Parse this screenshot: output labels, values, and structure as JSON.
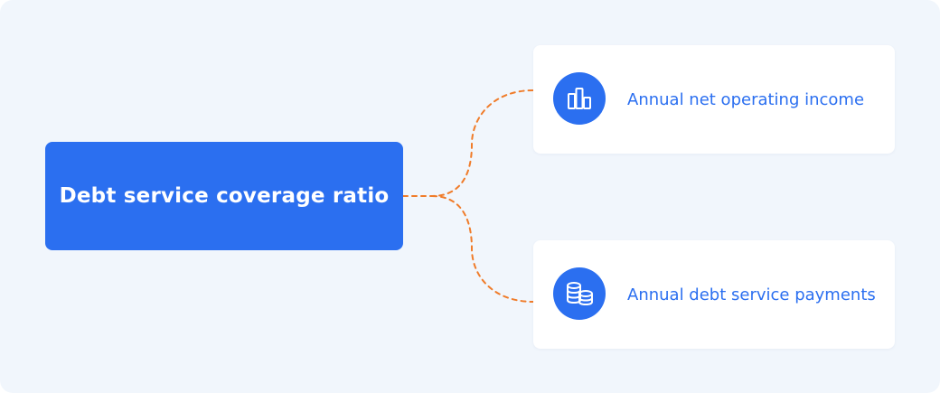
{
  "diagram": {
    "root": {
      "label": "Debt service coverage ratio"
    },
    "branches": [
      {
        "label": "Annual net operating income",
        "icon": "bar-chart-icon"
      },
      {
        "label": "Annual debt service payments",
        "icon": "coin-stack-icon"
      }
    ]
  },
  "colors": {
    "accent": "#2b6ff0",
    "connector": "#f07c2a",
    "background": "#f1f6fc",
    "card": "#ffffff"
  }
}
